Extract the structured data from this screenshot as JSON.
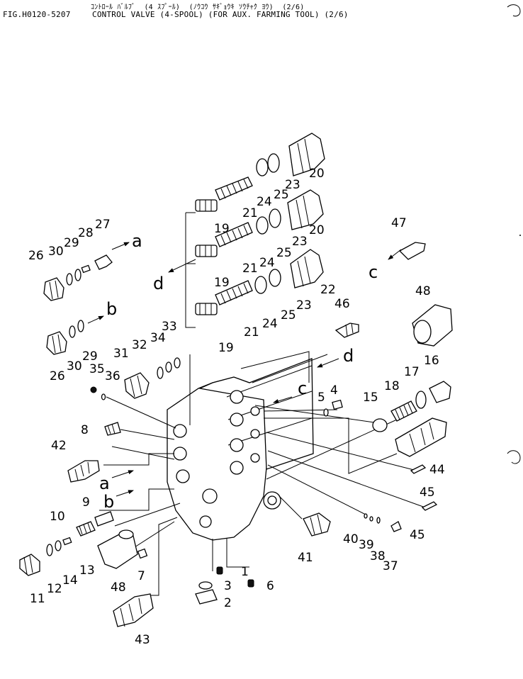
{
  "header": {
    "japanese_title": "ｺﾝﾄﾛｰﾙ ﾊﾞﾙﾌﾞ  (4 ｽﾌﾟｰﾙ)  (ﾉｳｺｳ ｻｷﾞｮｳｷ ｿｳﾁｬｸ ﾖｳ)  (2/6)",
    "figure_number": "FIG.H0120-5207",
    "english_title": "CONTROL VALVE (4-SPOOL) (FOR AUX. FARMING TOOL) (2/6)"
  },
  "part_numbers": [
    "1",
    "2",
    "3",
    "4",
    "5",
    "6",
    "7",
    "8",
    "9",
    "10",
    "11",
    "12",
    "13",
    "14",
    "15",
    "16",
    "17",
    "18",
    "19",
    "19",
    "19",
    "20",
    "20",
    "21",
    "21",
    "21",
    "22",
    "23",
    "23",
    "23",
    "24",
    "24",
    "24",
    "25",
    "25",
    "25",
    "26",
    "26",
    "27",
    "28",
    "29",
    "29",
    "30",
    "30",
    "31",
    "32",
    "33",
    "34",
    "35",
    "36",
    "37",
    "38",
    "39",
    "40",
    "41",
    "42",
    "43",
    "44",
    "45",
    "45",
    "46",
    "47",
    "48",
    "48"
  ],
  "reference_letters": [
    "a",
    "a",
    "b",
    "b",
    "c",
    "c",
    "d",
    "d"
  ]
}
